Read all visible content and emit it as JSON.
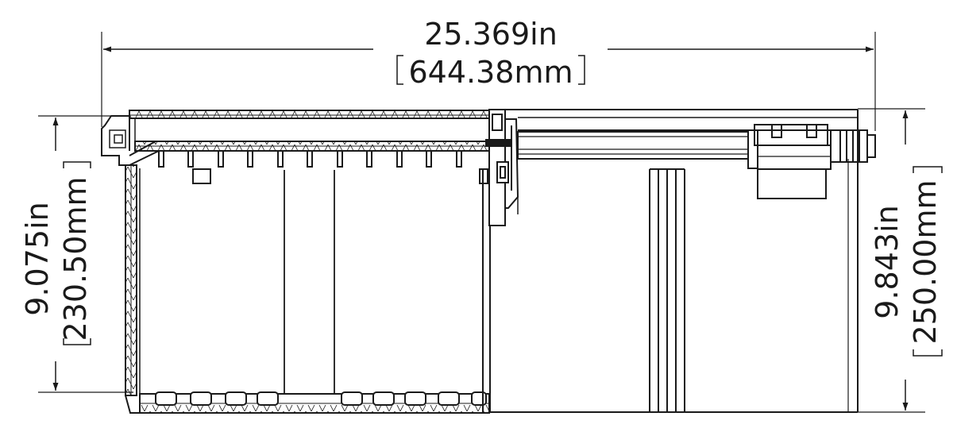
{
  "dimensions": {
    "overall_width": {
      "imperial": "25.369in",
      "metric": "644.38mm"
    },
    "left_height": {
      "imperial": "9.075in",
      "metric": "230.50mm"
    },
    "right_height": {
      "imperial": "9.843in",
      "metric": "250.00mm"
    }
  },
  "colors": {
    "line": "#1a1a1a",
    "background": "#ffffff"
  }
}
